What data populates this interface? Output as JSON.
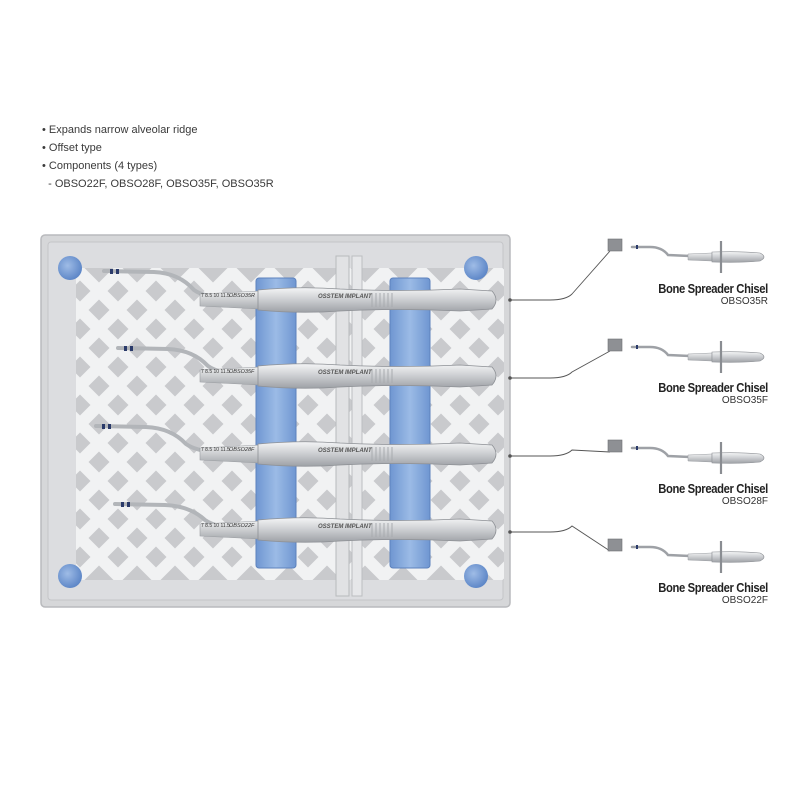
{
  "features": [
    "• Expands narrow alveolar ridge",
    "• Offset type",
    "• Components (4 types)",
    "  - OBSO22F, OBSO28F, OBSO35F, OBSO35R"
  ],
  "tray": {
    "instruments": [
      {
        "code": "OBSO35R",
        "brand": "OSSTEM IMPLANT",
        "marks": "7 8.5 10 11.5"
      },
      {
        "code": "OBSO35F",
        "brand": "OSSTEM IMPLANT",
        "marks": "7 8.5 10 11.5"
      },
      {
        "code": "OBSO28F",
        "brand": "OSSTEM IMPLANT",
        "marks": "7 8.5 10 11.5"
      },
      {
        "code": "OBSO22F",
        "brand": "OSSTEM IMPLANT",
        "marks": "7 8.5 10 11.5"
      }
    ]
  },
  "callouts": [
    {
      "name": "Bone Spreader Chisel",
      "code": "OBSO35R"
    },
    {
      "name": "Bone Spreader Chisel",
      "code": "OBSO35F"
    },
    {
      "name": "Bone Spreader Chisel",
      "code": "OBSO28F"
    },
    {
      "name": "Bone Spreader Chisel",
      "code": "OBSO22F"
    }
  ],
  "colors": {
    "tray": "#d6d7d9",
    "tray_edge": "#b9babd",
    "grid": "#f2f2f3",
    "holder_blue": "#7ea3d6",
    "peg_blue": "#6d94d0",
    "instrument": "#cfd1d4",
    "leader": "#555555"
  }
}
